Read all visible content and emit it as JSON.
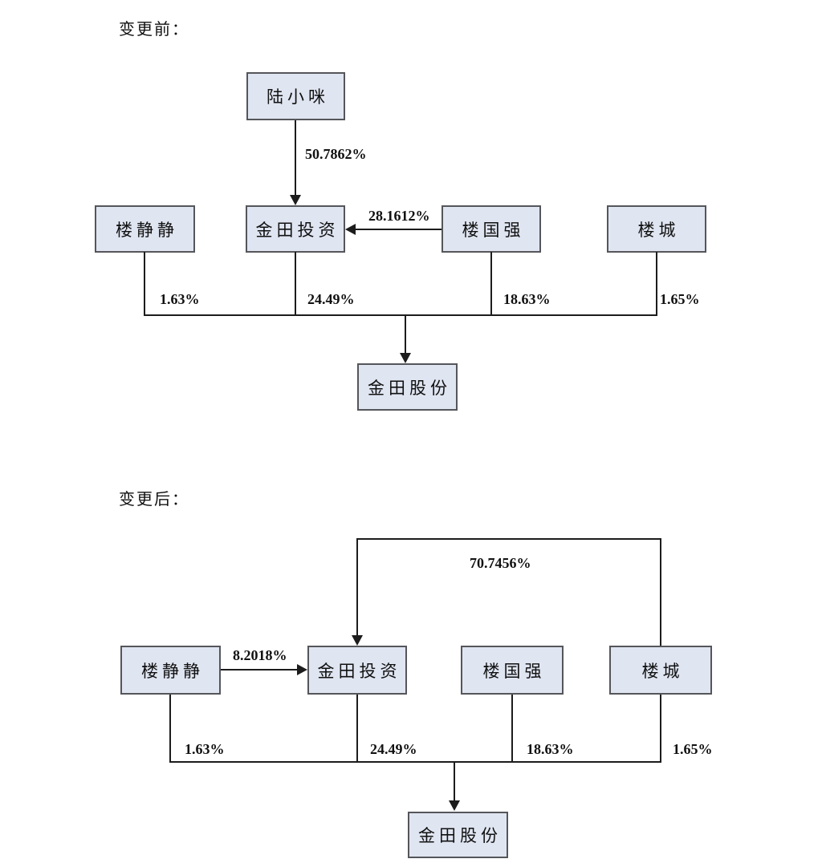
{
  "colors": {
    "box_fill": "#dfe5f1",
    "box_border": "#55565a",
    "line": "#1c1c1c"
  },
  "before": {
    "section_label": "变更前：",
    "nodes": {
      "lu_xiaomi": "陆小咪",
      "lou_jingjing": "楼静静",
      "jintian_investment": "金田投资",
      "lou_guoqiang": "楼国强",
      "lou_cheng": "楼城",
      "jintian_shares": "金田股份"
    },
    "edge_labels": {
      "lu_to_investment": "50.7862%",
      "guoqiang_to_investment": "28.1612%",
      "jingjing_to_shares": "1.63%",
      "investment_to_shares": "24.49%",
      "guoqiang_to_shares": "18.63%",
      "cheng_to_shares": "1.65%"
    }
  },
  "after": {
    "section_label": "变更后：",
    "nodes": {
      "lou_jingjing": "楼静静",
      "jintian_investment": "金田投资",
      "lou_guoqiang": "楼国强",
      "lou_cheng": "楼城",
      "jintian_shares": "金田股份"
    },
    "edge_labels": {
      "cheng_to_investment": "70.7456%",
      "jingjing_to_investment": "8.2018%",
      "jingjing_to_shares": "1.63%",
      "investment_to_shares": "24.49%",
      "guoqiang_to_shares": "18.63%",
      "cheng_to_shares": "1.65%"
    }
  }
}
